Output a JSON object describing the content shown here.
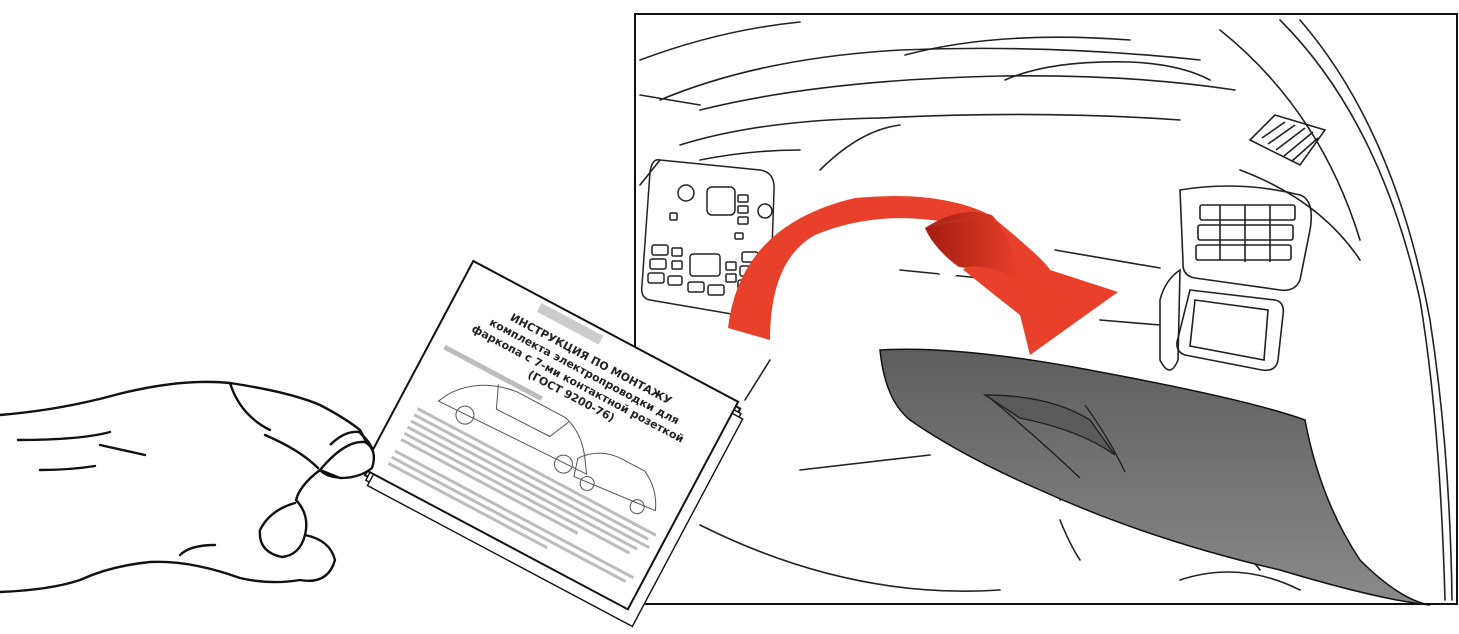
{
  "manual": {
    "title_lines": [
      "ИНСТРУКЦИЯ ПО МОНТАЖУ",
      "комплекта электропроводки для",
      "фаркопа с 7-ми контактной розеткой",
      "(ГОСТ 9200-76)"
    ]
  },
  "colors": {
    "arrow": "#e8402a",
    "arrow_dark": "#a01a10",
    "glovebox": "#707070",
    "line": "#111111"
  },
  "icons": {
    "arrow": "curved-arrow-icon",
    "hand": "hand-icon",
    "document": "document-icon"
  }
}
